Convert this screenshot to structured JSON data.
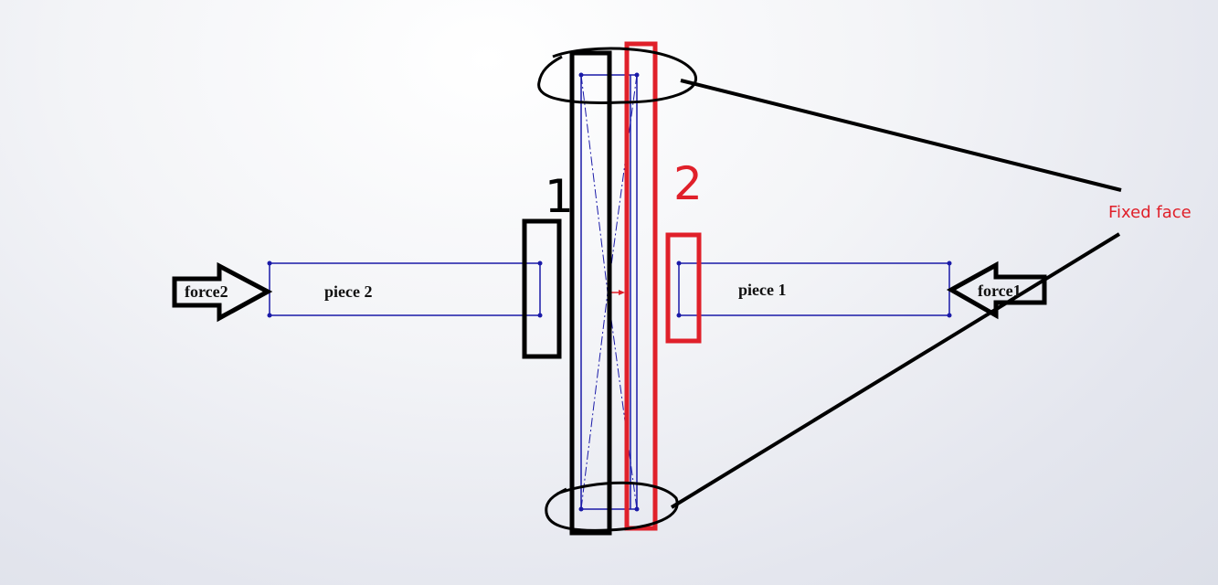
{
  "labels": {
    "piece1": "piece 1",
    "piece2": "piece 2",
    "force1": "force1",
    "force2": "force2",
    "face1": "1",
    "face2": "2",
    "fixed_face": "Fixed face"
  },
  "colors": {
    "sketch_blue": "#1a1aa8",
    "annotation_red": "#e0202a",
    "annotation_black": "#000000"
  }
}
